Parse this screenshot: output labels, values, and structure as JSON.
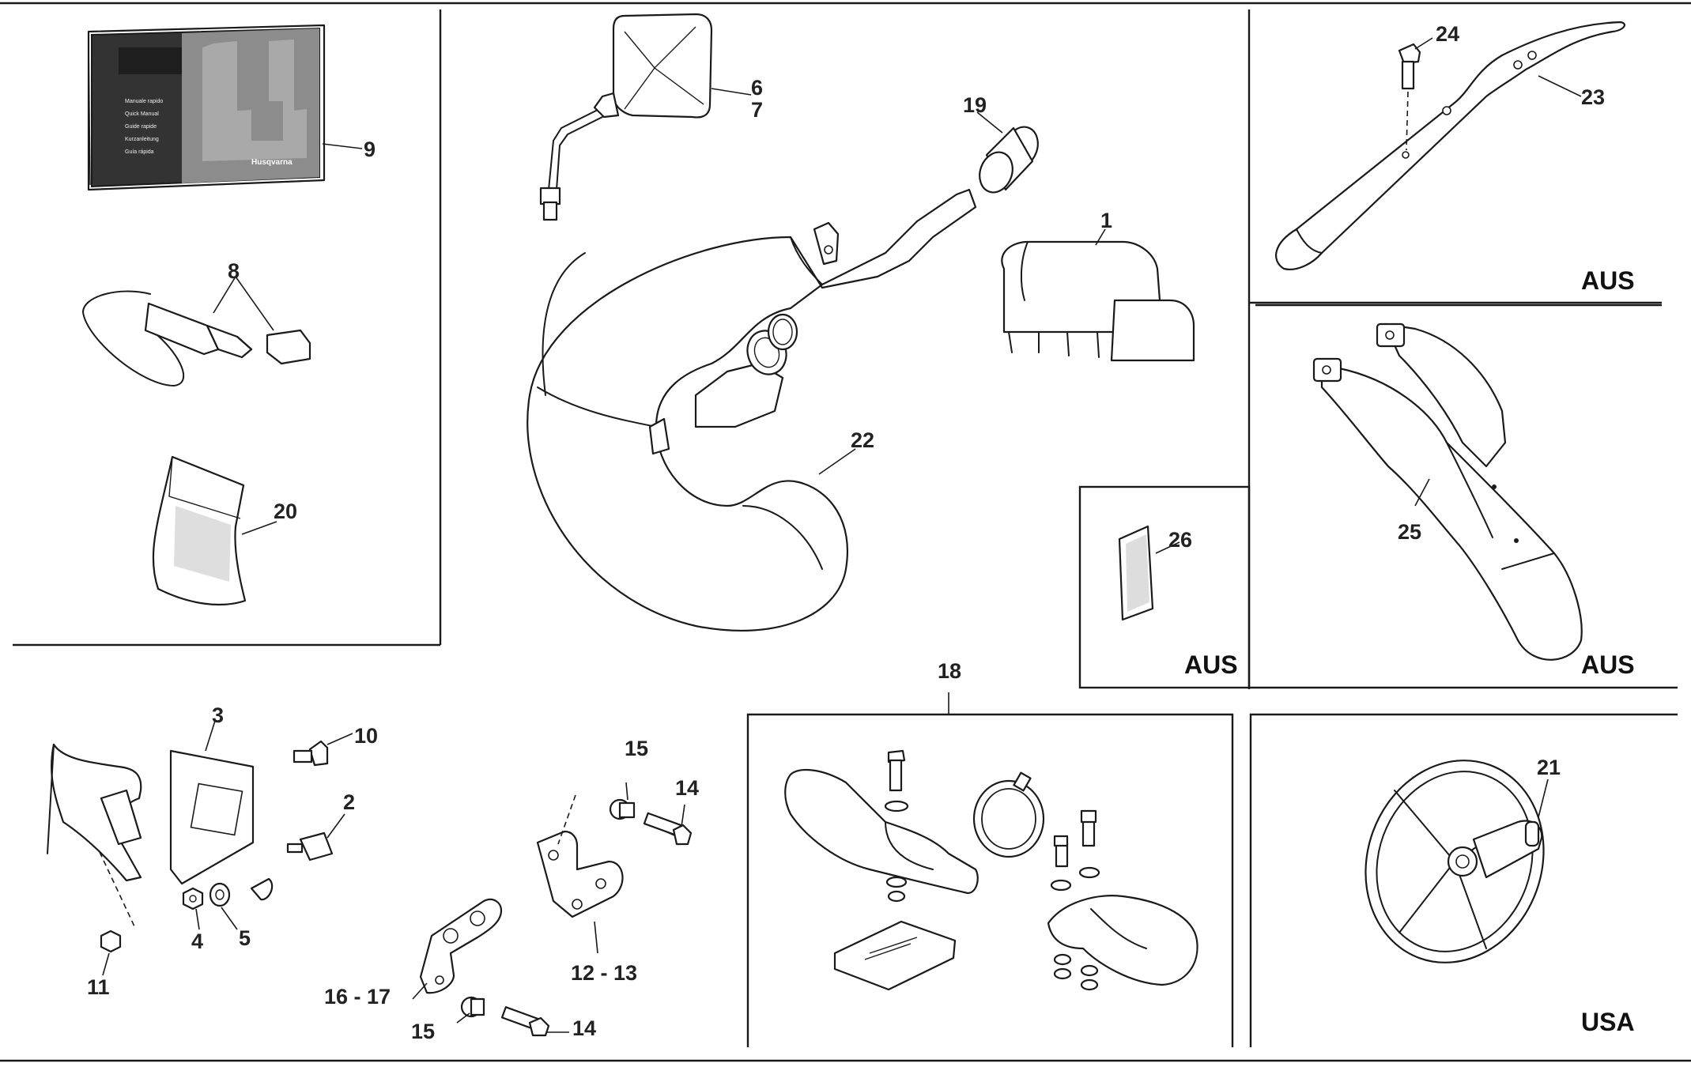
{
  "diagram": {
    "callouts": {
      "p1": "1",
      "p2": "2",
      "p3": "3",
      "p4": "4",
      "p5": "5",
      "p6": "6",
      "p7": "7",
      "p8": "8",
      "p9": "9",
      "p10": "10",
      "p11": "11",
      "p12_13": "12 - 13",
      "p14a": "14",
      "p14b": "14",
      "p15a": "15",
      "p15b": "15",
      "p16_17": "16 - 17",
      "p18": "18",
      "p19": "19",
      "p20": "20",
      "p21": "21",
      "p22": "22",
      "p23": "23",
      "p24": "24",
      "p25": "25",
      "p26": "26"
    },
    "regions": {
      "aus_1": "AUS",
      "aus_2": "AUS",
      "aus_3": "AUS",
      "usa": "USA"
    },
    "manual_cover": {
      "brand": "Husqvarna",
      "lines": [
        "Manuale rapido",
        "Quick Manual",
        "Guide rapide",
        "Kurzanleitung",
        "Guía rápida"
      ]
    }
  }
}
